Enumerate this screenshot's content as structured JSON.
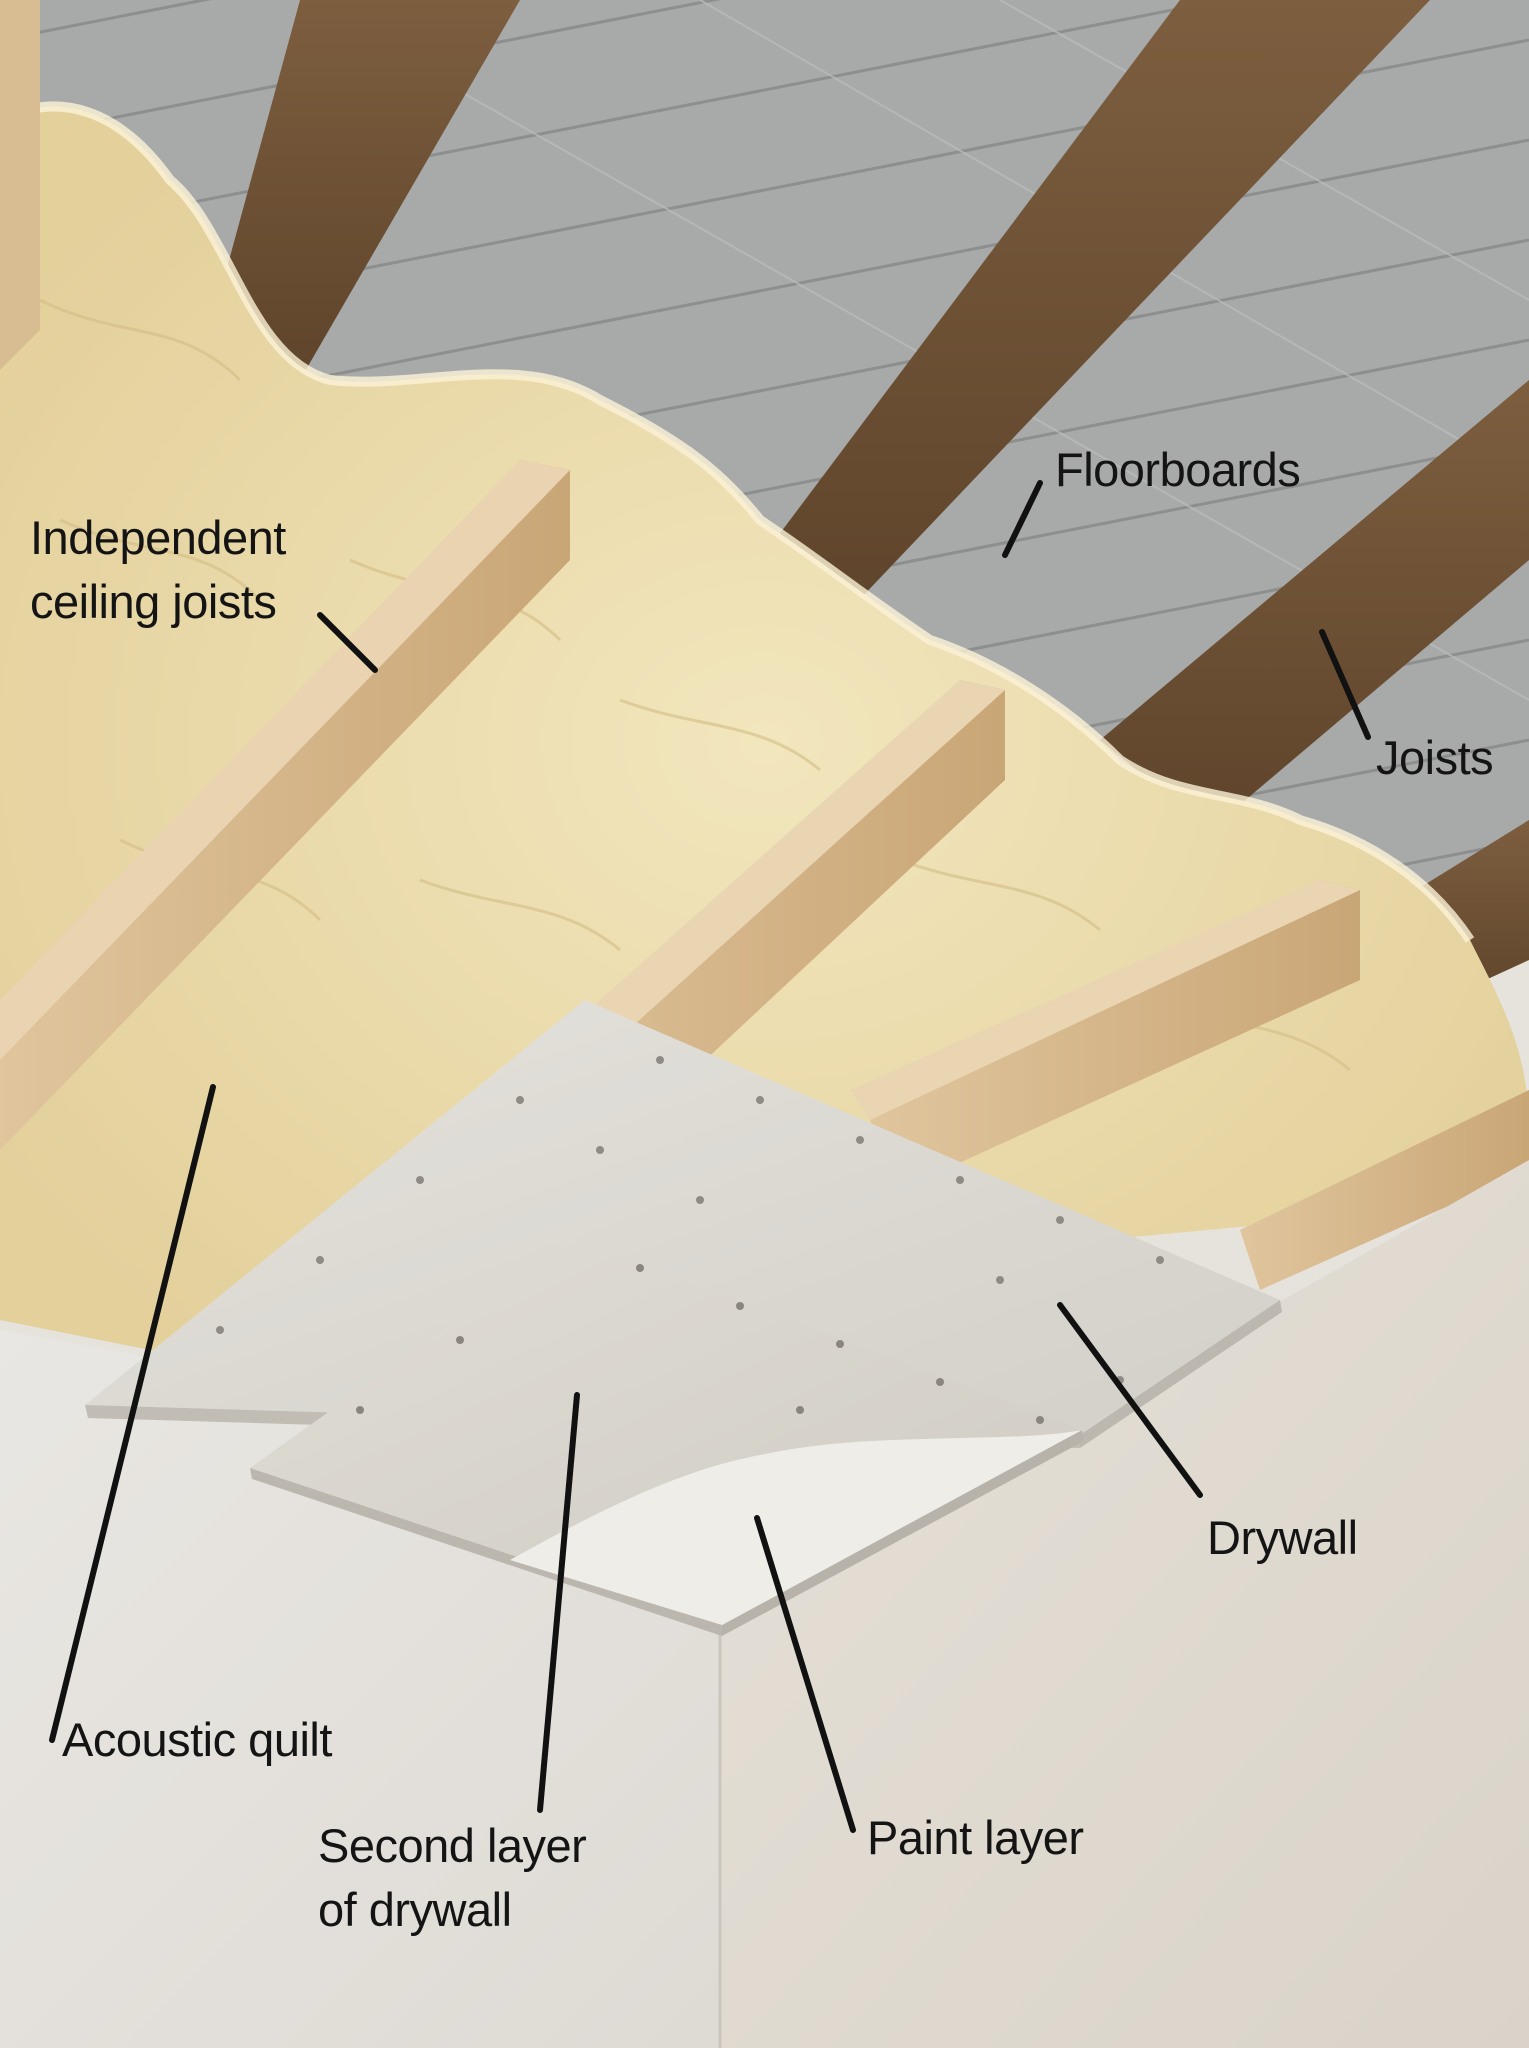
{
  "labels": {
    "floorboards": "Floorboards",
    "independent_ceiling_joists": [
      "Independent",
      "ceiling joists"
    ],
    "joists": "Joists",
    "drywall": "Drywall",
    "acoustic_quilt": "Acoustic quilt",
    "second_layer_of_drywall": [
      "Second layer",
      "of drywall"
    ],
    "paint_layer": "Paint layer"
  },
  "colors": {
    "floorboards": "#a9abaa",
    "joists": "#6e5236",
    "ceiling_joists": "#d6b88d",
    "insulation": "#eedfb1",
    "drywall": "#dcdad4",
    "wall": "#e8e5e0",
    "leader_lines": "#111111"
  }
}
